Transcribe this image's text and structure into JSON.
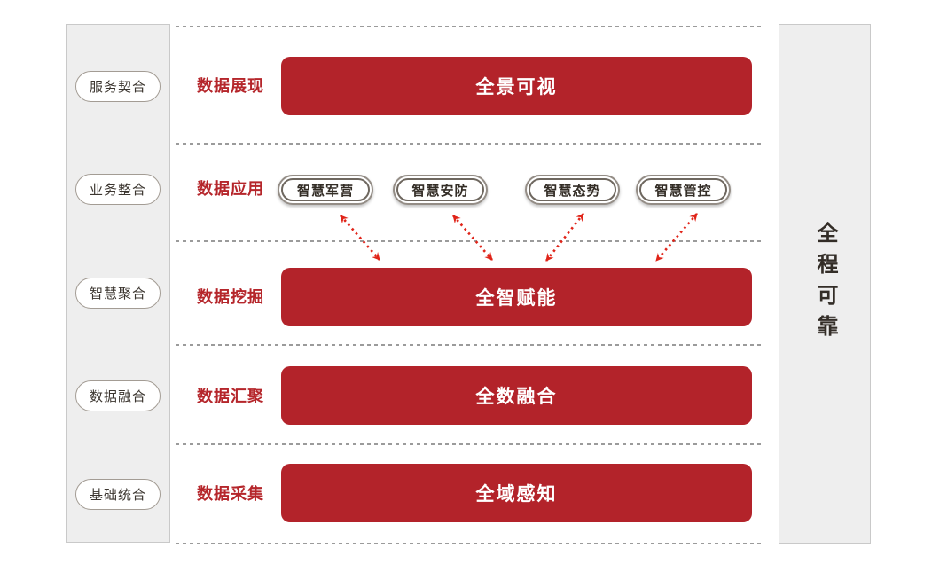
{
  "left_rail": {
    "items": [
      {
        "label": "服务契合"
      },
      {
        "label": "业务整合"
      },
      {
        "label": "智慧聚合"
      },
      {
        "label": "数据融合"
      },
      {
        "label": "基础统合"
      }
    ]
  },
  "right_rail": {
    "label": "全程可靠"
  },
  "layers": [
    {
      "label": "数据展现",
      "bar": "全景可视"
    },
    {
      "label": "数据应用",
      "apps": [
        {
          "label": "智慧军营"
        },
        {
          "label": "智慧安防"
        },
        {
          "label": "智慧态势"
        },
        {
          "label": "智慧管控"
        }
      ]
    },
    {
      "label": "数据挖掘",
      "bar": "全智赋能"
    },
    {
      "label": "数据汇聚",
      "bar": "全数融合"
    },
    {
      "label": "数据采集",
      "bar": "全域感知"
    }
  ],
  "colors": {
    "primary_red": "#b3232a",
    "label_red": "#b5262b",
    "arrow_red": "#e02419",
    "rail_bg": "#eeeeee",
    "rail_border": "#c9c9c9",
    "separator_gray": "#9b9b9b"
  }
}
